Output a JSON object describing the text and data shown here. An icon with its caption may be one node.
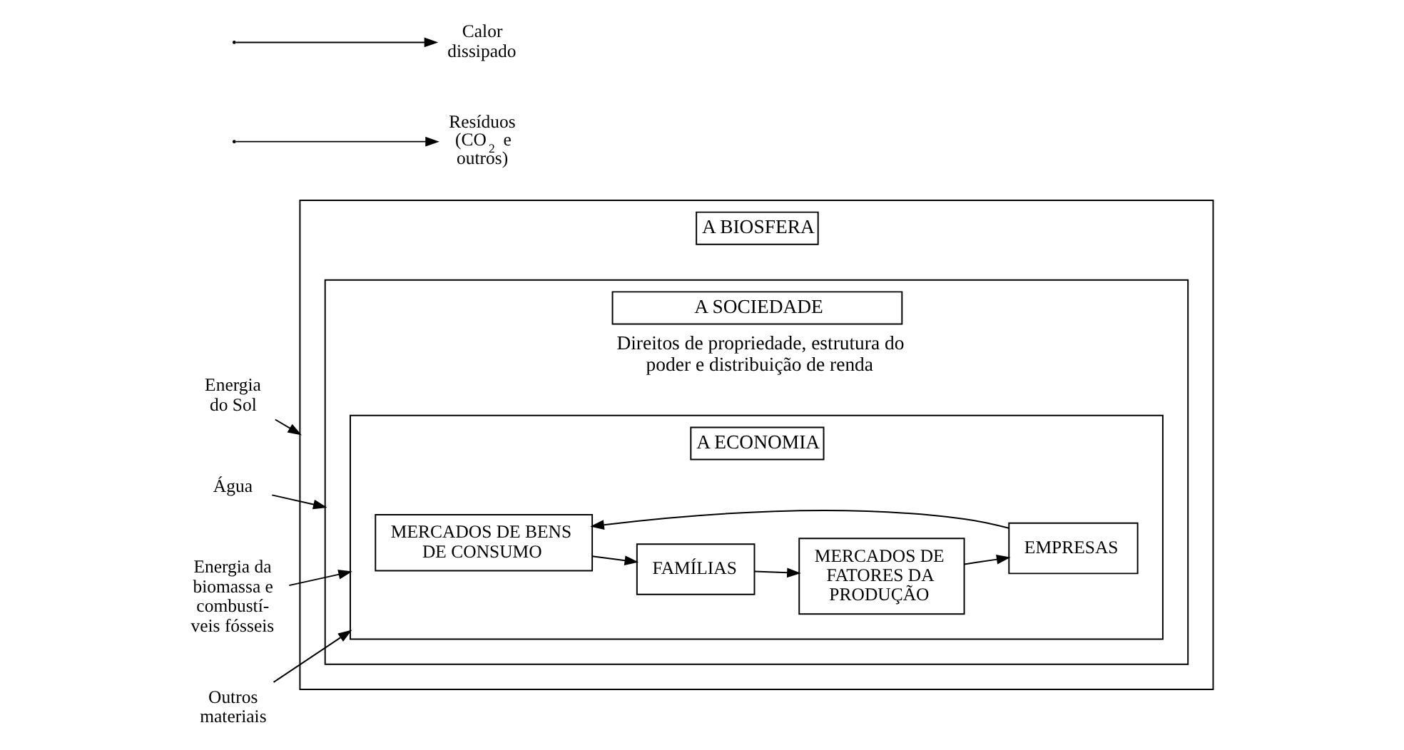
{
  "diagram": {
    "nodes": [
      {
        "text": [
          "A BIOSFERA"
        ]
      },
      {
        "text": [
          "A SOCIEDADE",
          "Direitos de propriedade, estrutura do poder e distribuição de renda"
        ],
        "in": 0
      },
      {
        "text": [
          "A ECONOMIA"
        ],
        "in": 1
      },
      {
        "text": [
          "MERCADOS DE BENS DE CONSUMO"
        ],
        "in": 2
      },
      {
        "text": [
          "FAMÍLIAS"
        ],
        "in": 2
      },
      {
        "text": [
          "EMPRESAS"
        ],
        "in": 2
      },
      {
        "text": [
          "MERCADOS DE FATORES DA PRODUÇÃO"
        ],
        "in": 2
      },
      {
        "text": [
          "Energia do Sol"
        ]
      },
      {
        "text": [
          "Água"
        ]
      },
      {
        "text": [
          "Energia da biomassa e combustí- veis fósseis"
        ]
      },
      {
        "text": [
          "Outros materiais"
        ]
      },
      {
        "text": [
          "Resíduos (CO$_{2}$ e outros)"
        ]
      },
      {
        "text": [
          "Calor dissipado"
        ]
      }
    ],
    "edges": [
      {
        "from": 3,
        "to": 4,
        "arrow": "to"
      },
      {
        "from": 4,
        "to": 6,
        "arrow": "to"
      },
      {
        "from": 6,
        "to": 5,
        "arrow": "to"
      },
      {
        "from": 5,
        "to": 3,
        "arrow": "to"
      },
      {
        "from": 7,
        "to": 0,
        "arrow": "to"
      },
      {
        "from": 8,
        "to": 1,
        "arrow": "to"
      },
      {
        "from": 9,
        "to": 2,
        "arrow": "to"
      },
      {
        "from": 10,
        "to": 2,
        "arrow": "to"
      },
      {
        "from": null,
        "to": 11,
        "arrow": "to"
      },
      {
        "from": null,
        "to": 12,
        "arrow": "to"
      }
    ]
  }
}
